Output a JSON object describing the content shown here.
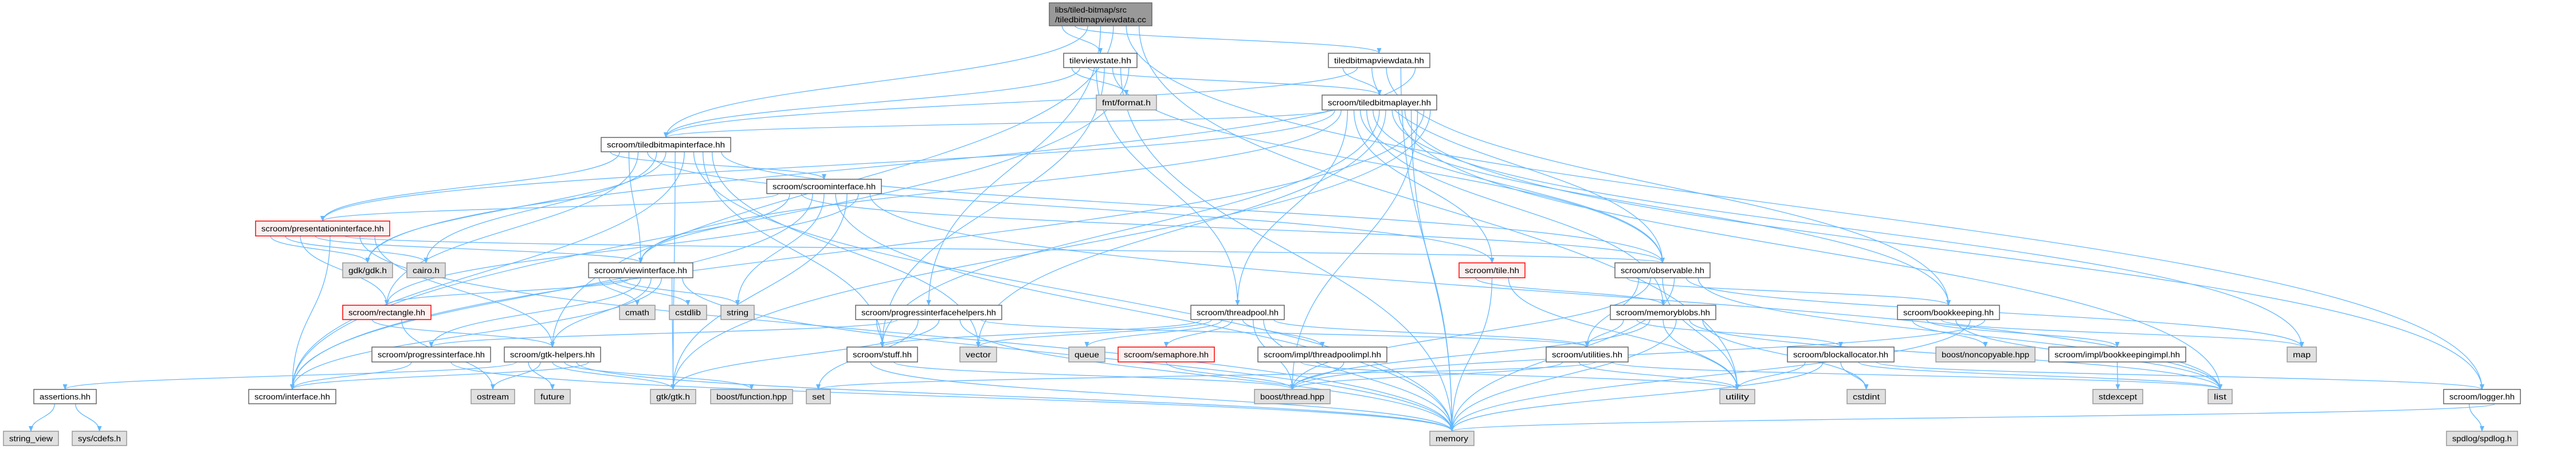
{
  "graph": {
    "nodes": {
      "root": {
        "label_line1": "libs/tiled-bitmap/src",
        "label_line2": "/tiledbitmapviewdata.cc"
      },
      "tileviewstate": {
        "label": "tileviewstate.hh"
      },
      "tiledbitmapviewdata": {
        "label": "tiledbitmapviewdata.hh"
      },
      "fmt": {
        "label": "fmt/format.h"
      },
      "tiledbitmaplayer": {
        "label": "scroom/tiledbitmaplayer.hh"
      },
      "tiledbitmapinterface": {
        "label": "scroom/tiledbitmapinterface.hh"
      },
      "scroominterface": {
        "label": "scroom/scroominterface.hh"
      },
      "presentationinterface": {
        "label": "scroom/presentationinterface.hh"
      },
      "gdk": {
        "label": "gdk/gdk.h"
      },
      "cairo": {
        "label": "cairo.h"
      },
      "viewinterface": {
        "label": "scroom/viewinterface.hh"
      },
      "tile": {
        "label": "scroom/tile.hh"
      },
      "observable": {
        "label": "scroom/observable.hh"
      },
      "cmath": {
        "label": "cmath"
      },
      "cstdlib": {
        "label": "cstdlib"
      },
      "string": {
        "label": "string"
      },
      "rectangle": {
        "label": "scroom/rectangle.hh"
      },
      "progressinterfacehelpers": {
        "label": "scroom/progressinterfacehelpers.hh"
      },
      "threadpool": {
        "label": "scroom/threadpool.hh"
      },
      "memoryblobs": {
        "label": "scroom/memoryblobs.hh"
      },
      "bookkeeping": {
        "label": "scroom/bookkeeping.hh"
      },
      "progressinterface": {
        "label": "scroom/progressinterface.hh"
      },
      "gtkhelpers": {
        "label": "scroom/gtk-helpers.hh"
      },
      "stuff": {
        "label": "scroom/stuff.hh"
      },
      "vector": {
        "label": "vector"
      },
      "queue": {
        "label": "queue"
      },
      "semaphore": {
        "label": "scroom/semaphore.hh"
      },
      "threadpoolimpl": {
        "label": "scroom/impl/threadpoolimpl.hh"
      },
      "utilities": {
        "label": "scroom/utilities.hh"
      },
      "blockallocator": {
        "label": "scroom/blockallocator.hh"
      },
      "noncopyable": {
        "label": "boost/noncopyable.hpp"
      },
      "bookkeepingimpl": {
        "label": "scroom/impl/bookkeepingimpl.hh"
      },
      "map": {
        "label": "map"
      },
      "assertions": {
        "label": "assertions.hh"
      },
      "interface": {
        "label": "scroom/interface.hh"
      },
      "ostream": {
        "label": "ostream"
      },
      "future": {
        "label": "future"
      },
      "gtk": {
        "label": "gtk/gtk.h"
      },
      "function": {
        "label": "boost/function.hpp"
      },
      "set": {
        "label": "set"
      },
      "boostthread": {
        "label": "boost/thread.hpp"
      },
      "utility": {
        "label": "utility"
      },
      "cstdint": {
        "label": "cstdint"
      },
      "stdexcept": {
        "label": "stdexcept"
      },
      "list": {
        "label": "list"
      },
      "logger": {
        "label": "scroom/logger.hh"
      },
      "string_view": {
        "label": "string_view"
      },
      "cdefs": {
        "label": "sys/cdefs.h"
      },
      "memory": {
        "label": "memory"
      },
      "spdlog": {
        "label": "spdlog/spdlog.h"
      }
    },
    "colors": {
      "edge": "#63b8ff",
      "root_fill": "#999999",
      "root_border": "#666666",
      "project_fill": "#ffffff",
      "project_border": "#666666",
      "external_fill": "#e0e0e0",
      "external_border": "#999999",
      "truncated_fill": "#fff0f0",
      "truncated_border": "#ff0000"
    }
  }
}
